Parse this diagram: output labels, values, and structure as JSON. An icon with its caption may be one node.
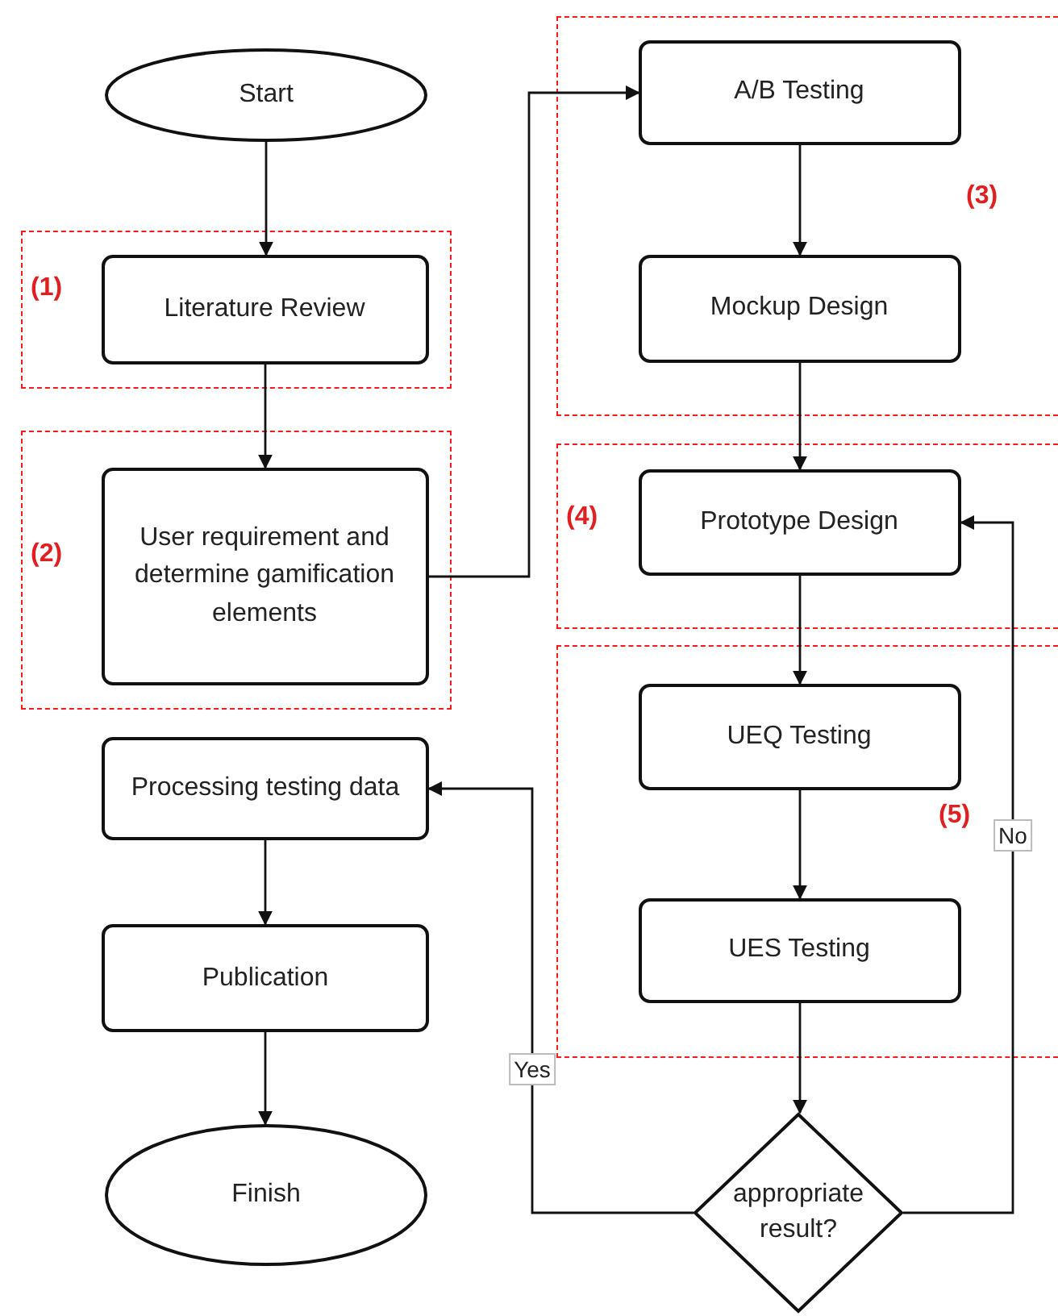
{
  "diagram": {
    "nodes": [
      {
        "text": [
          "Start"
        ]
      },
      {
        "text": [
          "(1)"
        ]
      },
      {
        "text": [
          "Literature Review"
        ],
        "in": 1
      },
      {
        "text": [
          "(2)"
        ]
      },
      {
        "text": [
          "User requirement and determine gamification elements"
        ],
        "in": 3
      },
      {
        "text": [
          "Processing testing data"
        ]
      },
      {
        "text": [
          "Publication"
        ]
      },
      {
        "text": [
          "Finish"
        ]
      },
      {
        "text": [
          "(3)"
        ]
      },
      {
        "text": [
          "A/B Testing"
        ],
        "in": 8
      },
      {
        "text": [
          "Mockup Design"
        ],
        "in": 8
      },
      {
        "text": [
          "(4)"
        ]
      },
      {
        "text": [
          "Prototype Design"
        ],
        "in": 11
      },
      {
        "text": [
          "(5)"
        ]
      },
      {
        "text": [
          "UEQ Testing"
        ],
        "in": 13
      },
      {
        "text": [
          "UES Testing"
        ],
        "in": 13
      },
      {
        "text": [
          "appropriate result?"
        ]
      }
    ],
    "edges": [
      {
        "from": 0,
        "to": 2,
        "arrow": "to"
      },
      {
        "from": 2,
        "to": 4,
        "arrow": "to"
      },
      {
        "from": 4,
        "to": 9,
        "arrow": "to"
      },
      {
        "from": 9,
        "to": 10,
        "arrow": "to"
      },
      {
        "from": 10,
        "to": 12,
        "arrow": "to"
      },
      {
        "from": 12,
        "to": 14,
        "arrow": "to"
      },
      {
        "from": 14,
        "to": 15,
        "arrow": "to"
      },
      {
        "from": 15,
        "to": 16,
        "arrow": "to"
      },
      {
        "from": 16,
        "to": 5,
        "arrow": "to",
        "label": "Yes"
      },
      {
        "from": 16,
        "to": 12,
        "arrow": "to",
        "label": "No"
      },
      {
        "from": 5,
        "to": 6,
        "arrow": "to"
      },
      {
        "from": 6,
        "to": 7,
        "arrow": "to"
      }
    ]
  }
}
